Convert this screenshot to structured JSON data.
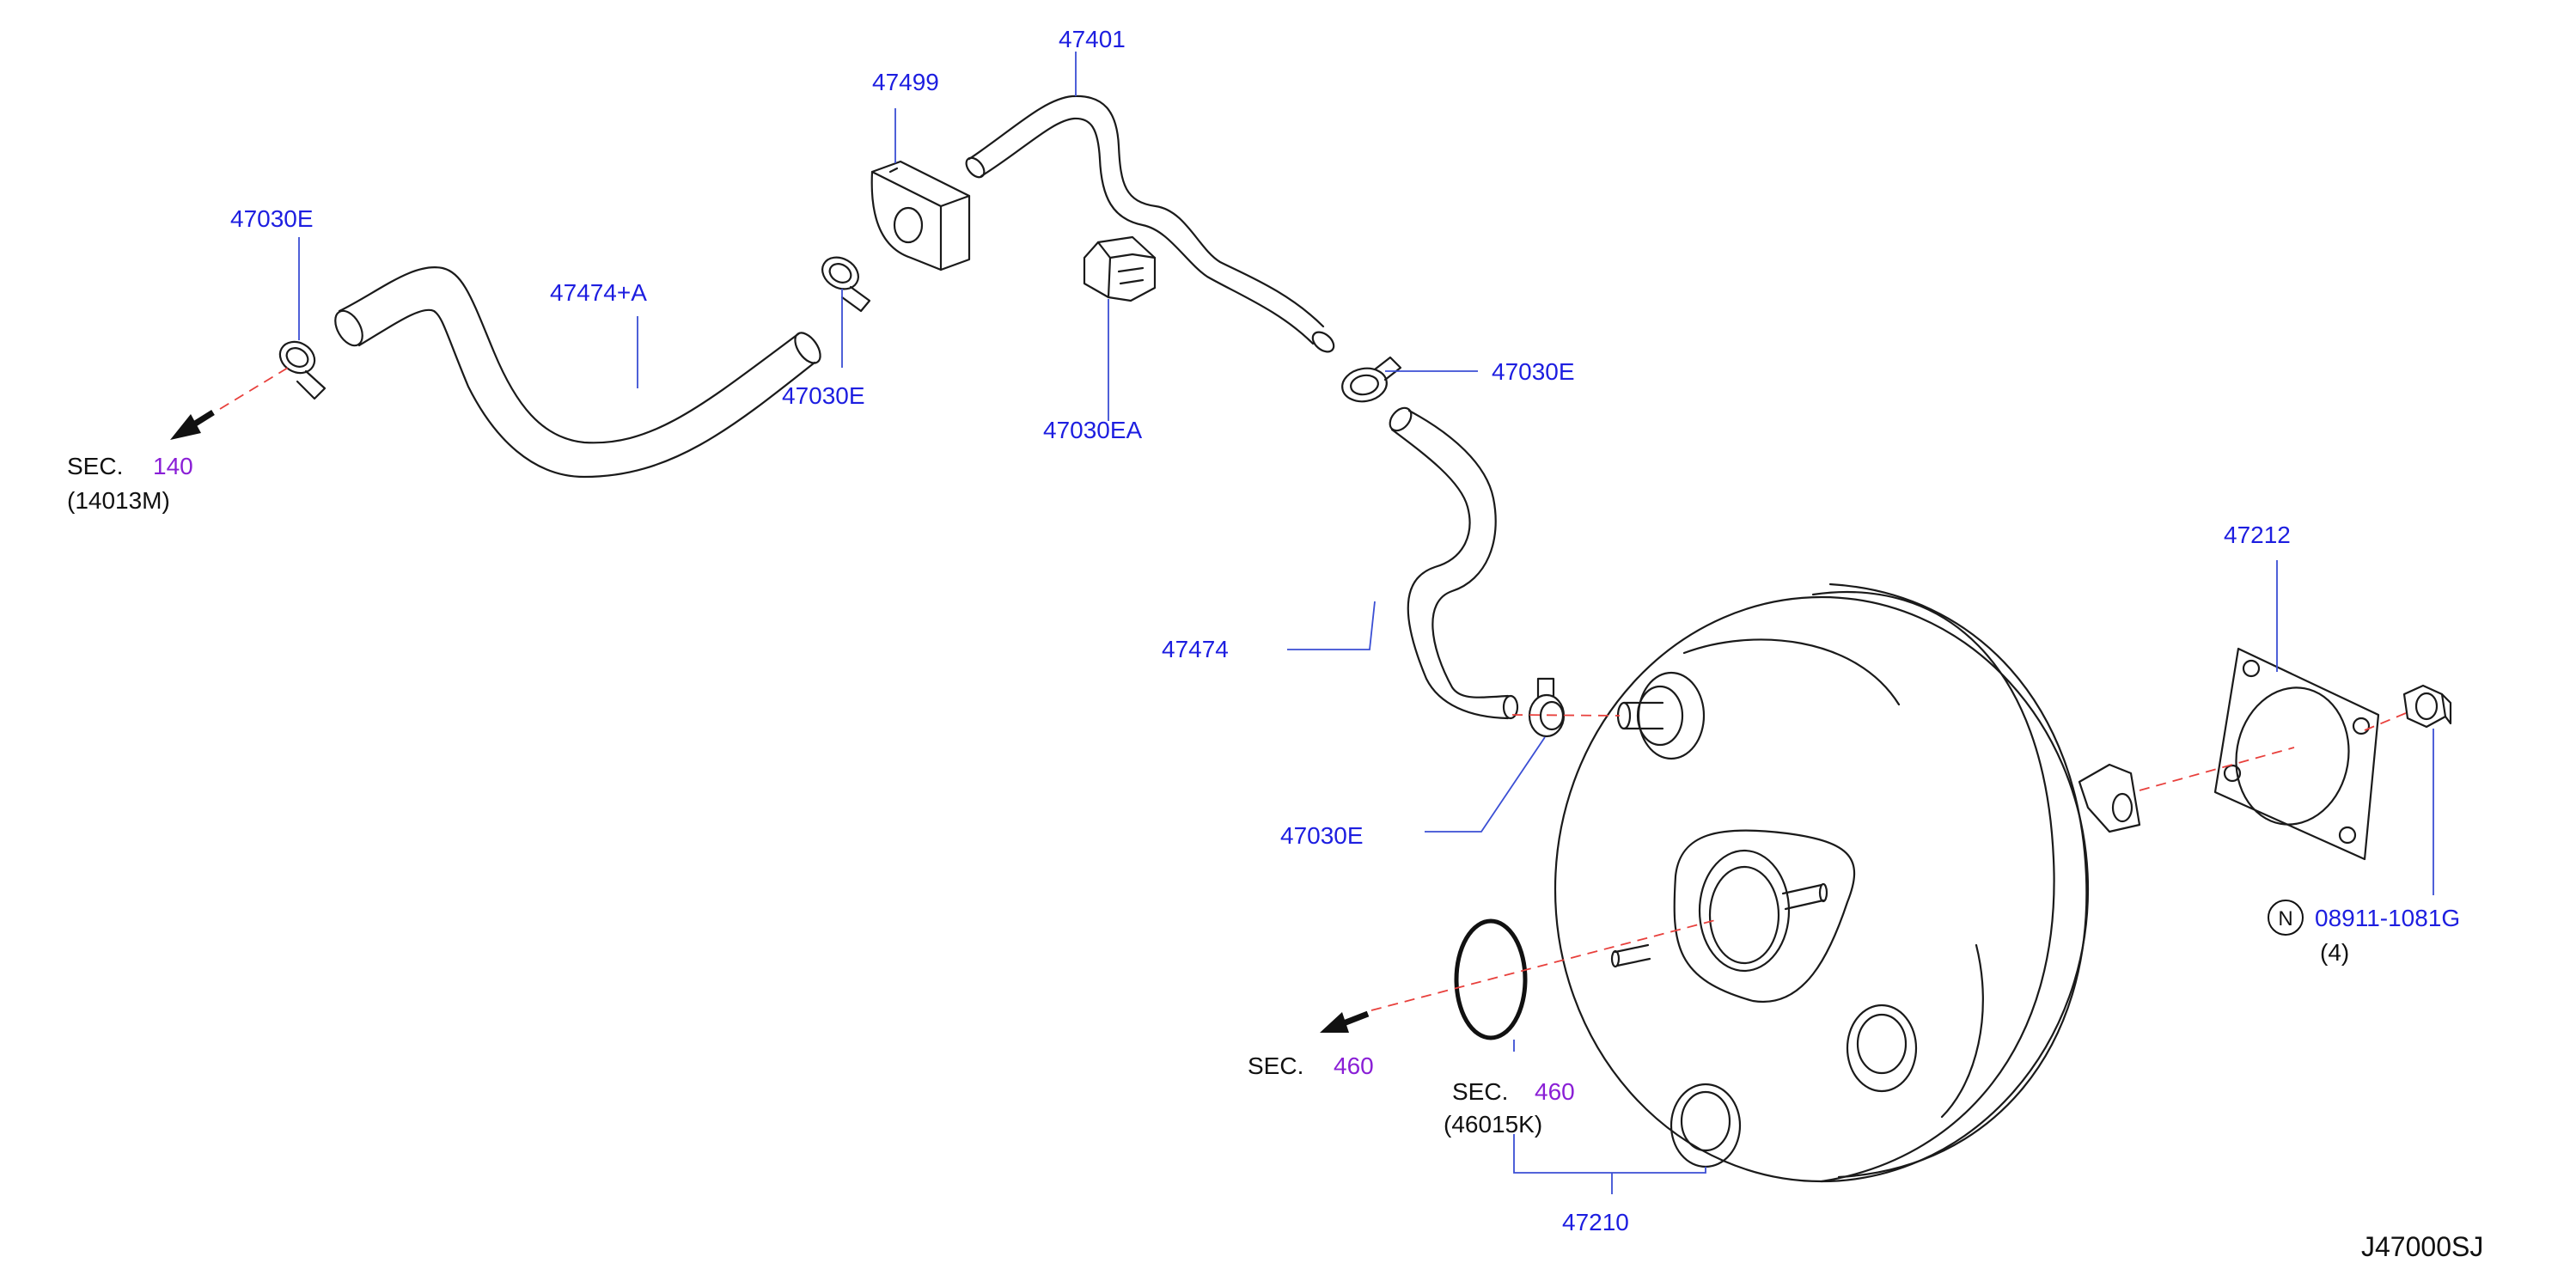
{
  "diagram_id": "J47000SJ",
  "colors": {
    "part_number": "#1d1ee0",
    "section_number": "#8a1fd6",
    "text": "#111111",
    "leader": "#3b4fd4",
    "axis": "#e8403c"
  },
  "labels": {
    "p47401": "47401",
    "p47499": "47499",
    "p47030e_left": "47030E",
    "p47474a": "47474+A",
    "p47030e_mid": "47030E",
    "p47030ea": "47030EA",
    "p47030e_right": "47030E",
    "p47474": "47474",
    "p47030e_low": "47030E",
    "p47212": "47212",
    "p47210": "47210",
    "nut_part": "08911-1081G",
    "nut_symbol": "N",
    "nut_qty": "(4)"
  },
  "sections": {
    "sec1": {
      "prefix": "SEC.",
      "number": "140",
      "ref": "(14013M)"
    },
    "sec2": {
      "prefix": "SEC.",
      "number": "460"
    },
    "sec3": {
      "prefix": "SEC.",
      "number": "460",
      "ref": "(46015K)"
    }
  }
}
